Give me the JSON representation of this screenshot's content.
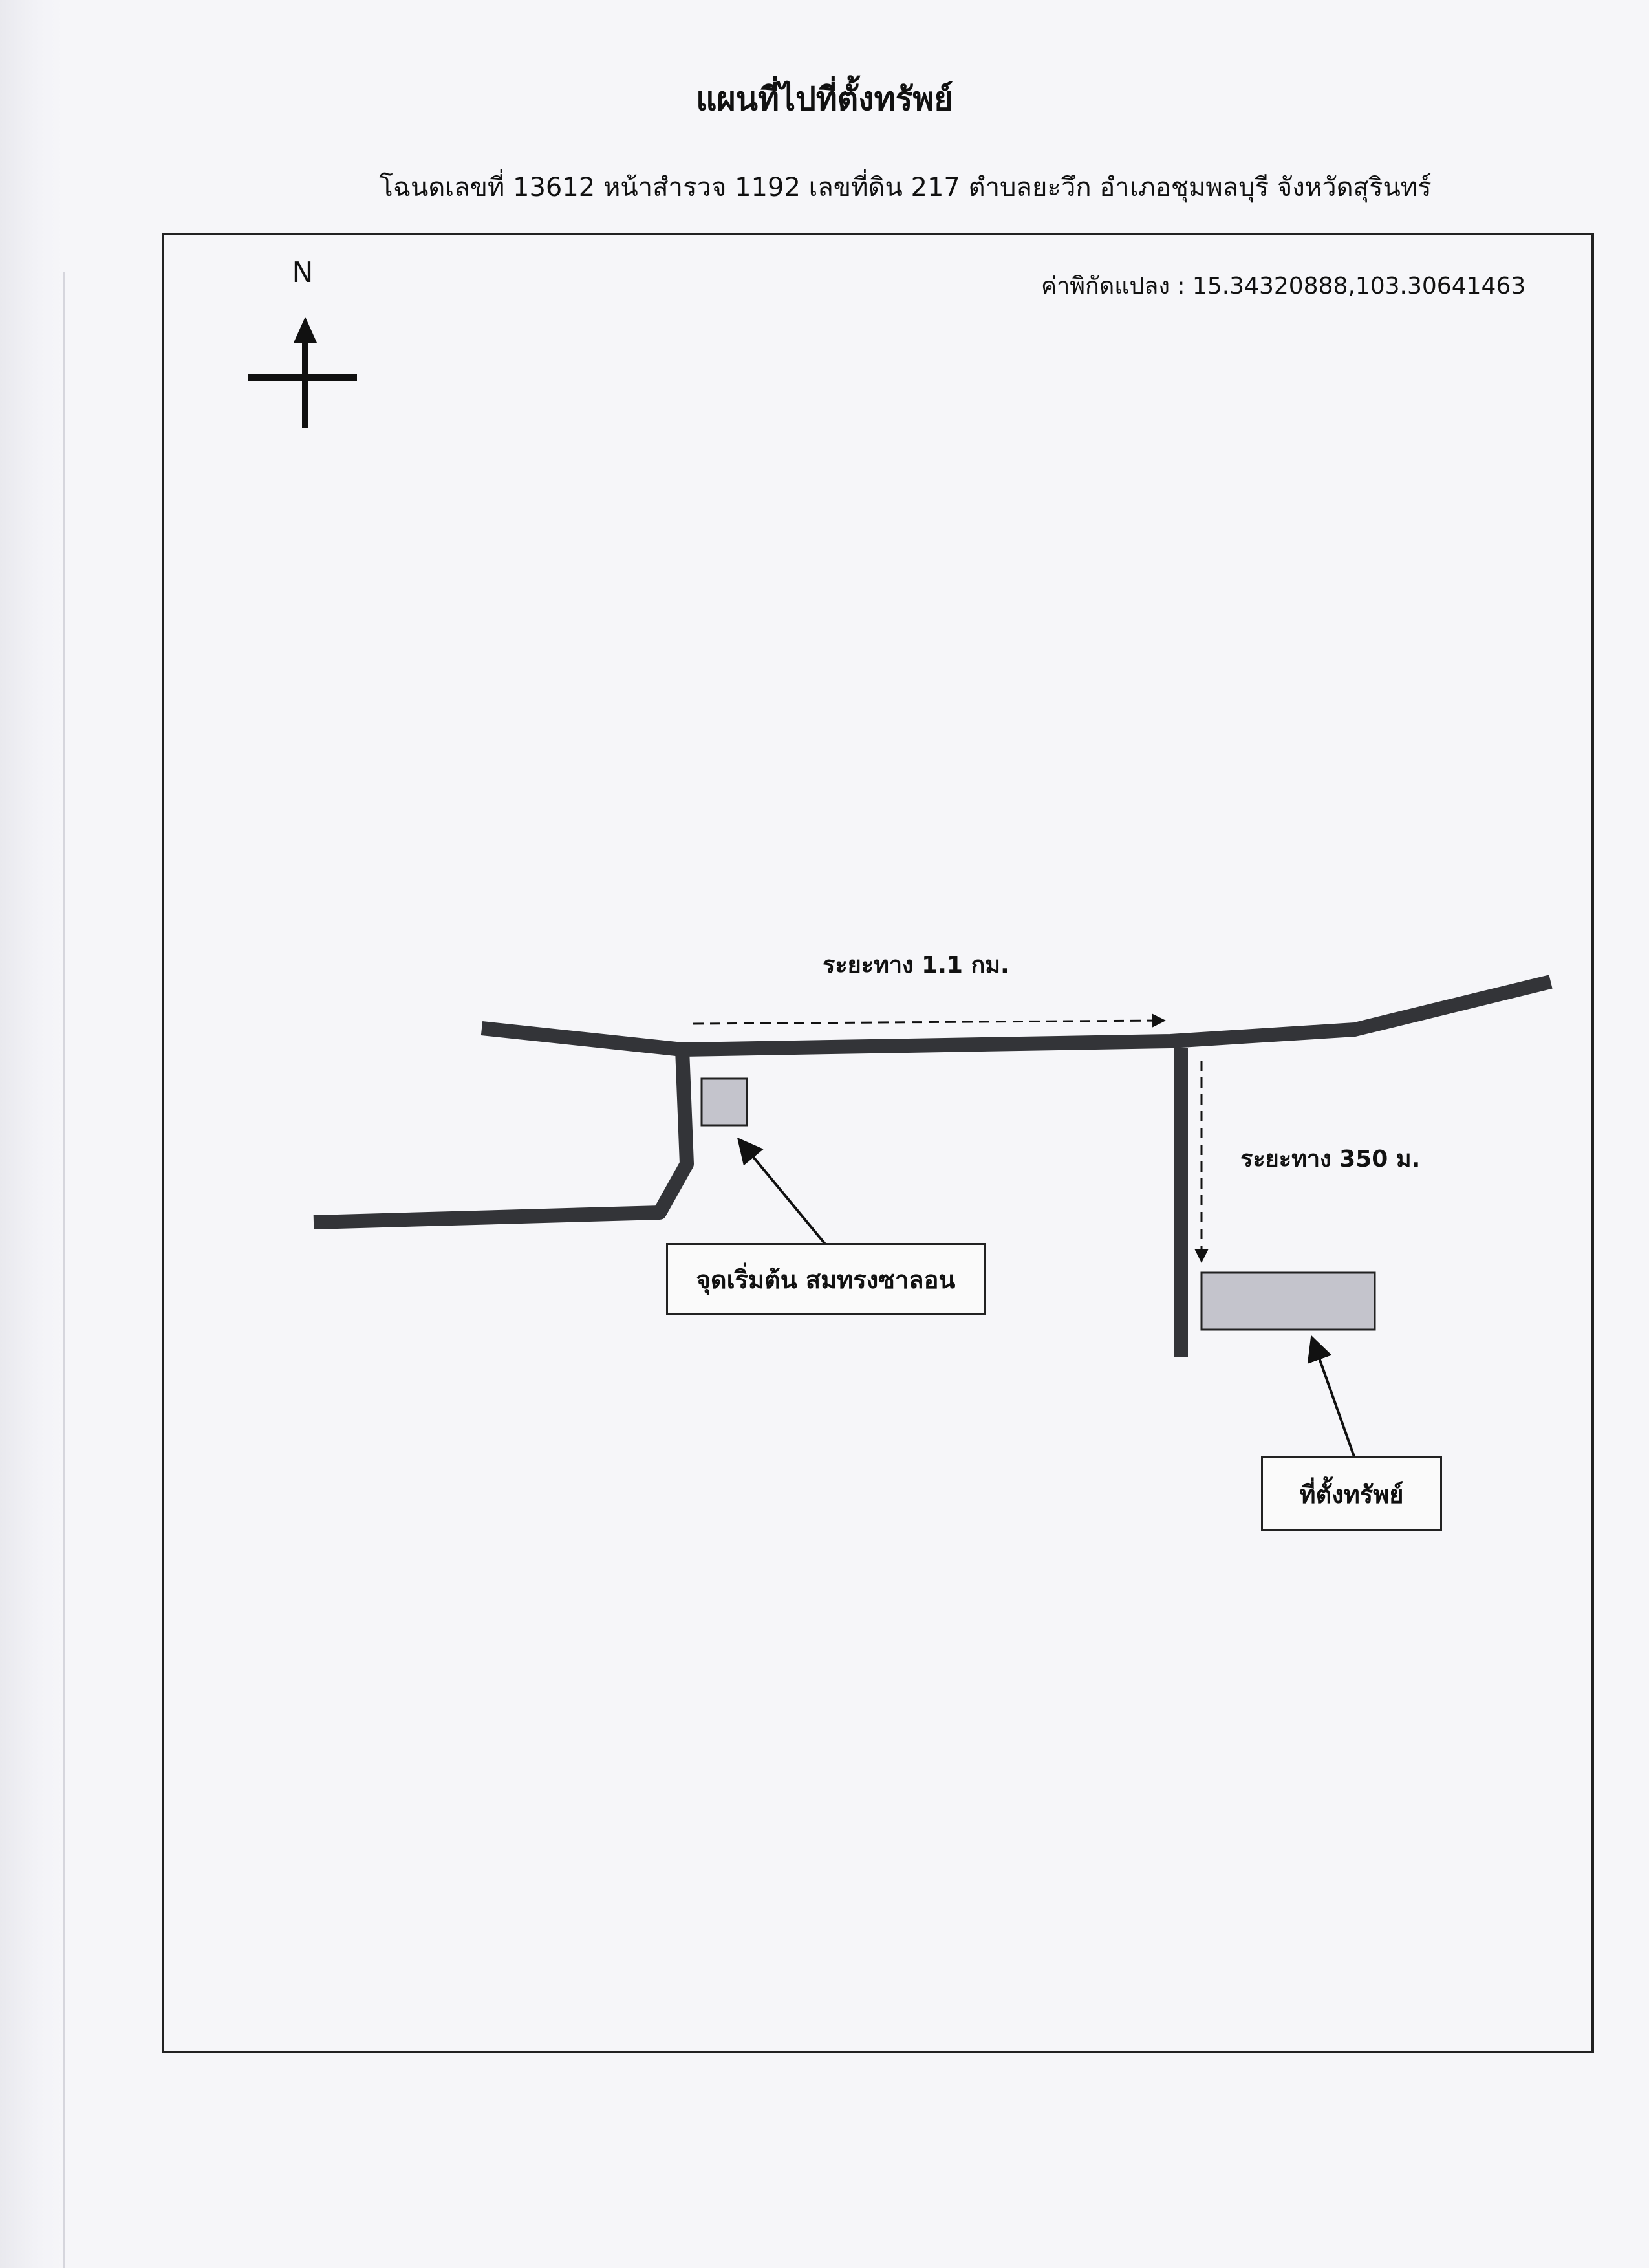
{
  "document": {
    "title": "แผนที่ไปที่ตั้งทรัพย์",
    "subtitle": "โฉนดเลขที่ 13612 หน้าสำรวจ 1192 เลขที่ดิน 217 ตำบลยะวึก อำเภอชุมพลบุรี จังหวัดสุรินทร์"
  },
  "map": {
    "coordinates_text": "ค่าพิกัดแปลง : 15.34320888,103.30641463",
    "north_label": "N",
    "distance_main_road": "ระยะทาง 1.1 กม.",
    "distance_side_road": "ระยะทาง 350 ม.",
    "start_point_label": "จุดเริ่มต้น สมทรงซาลอน",
    "property_label": "ที่ตั้งทรัพย์",
    "colors": {
      "road": "#333438",
      "marker_fill": "#c4c4cc",
      "frame": "#222222"
    },
    "icons": [
      "north-arrow-icon",
      "arrow-icon",
      "dashed-arrow-icon"
    ]
  }
}
